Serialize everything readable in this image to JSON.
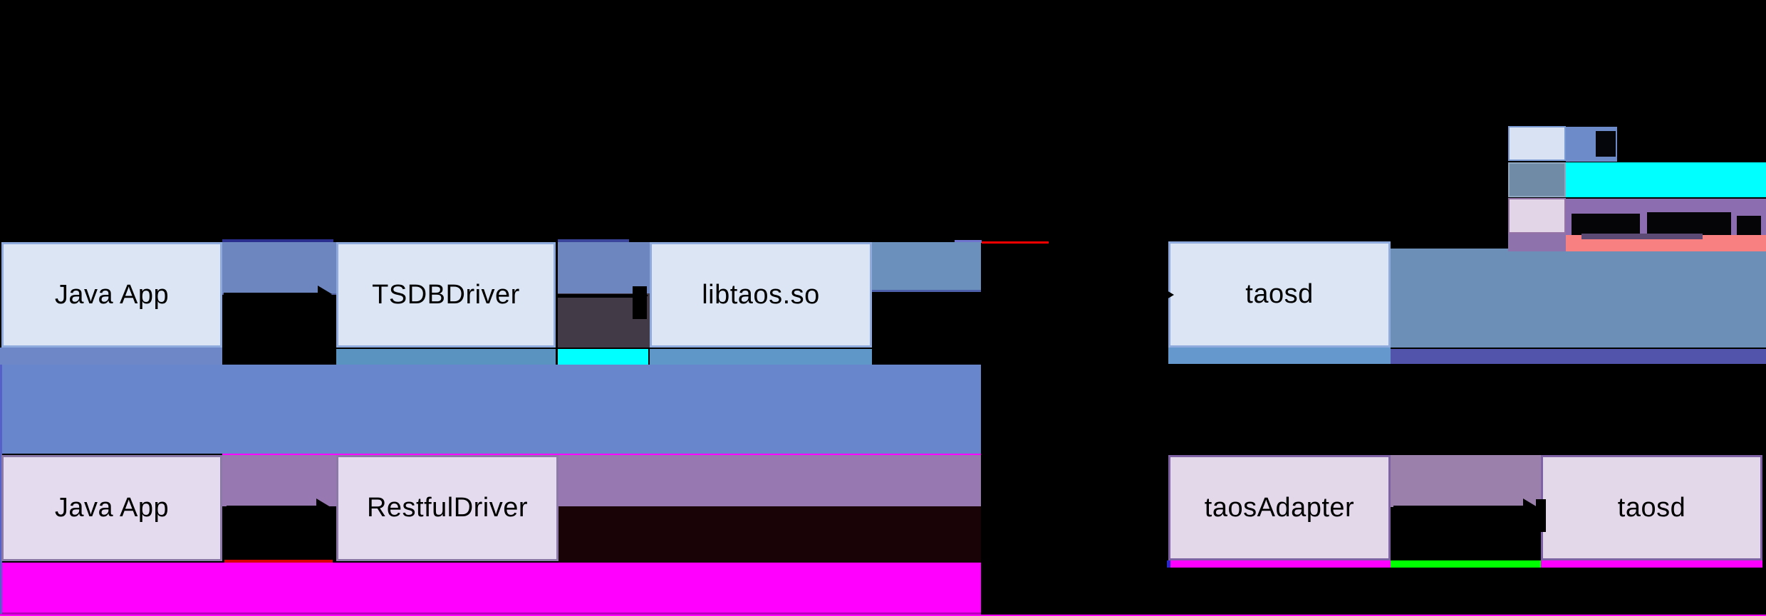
{
  "diagram": {
    "title_visible": false,
    "nodes": {
      "java_app_jni": {
        "label": "Java App"
      },
      "tsdbdriver": {
        "label": "TSDBDriver"
      },
      "libtaos_so": {
        "label": "libtaos.so"
      },
      "taosd_top": {
        "label": "taosd"
      },
      "java_app_restful": {
        "label": "Java App"
      },
      "restfuldriver": {
        "label": "RestfulDriver"
      },
      "taosadapter": {
        "label": "taosAdapter"
      },
      "taosd_bottom": {
        "label": "taosd"
      }
    },
    "legend": {
      "rows": [
        {
          "swatch_fill": "#d9e2f3",
          "swatch_border": "#7a9ad4",
          "band_colors": [
            "#6e8bc9"
          ],
          "label_visible": ""
        },
        {
          "swatch_fill": "#708ba6",
          "swatch_border": "#8fa6c0",
          "band_colors": [
            "#00ffff"
          ],
          "label_visible": ""
        },
        {
          "swatch_fill": "#e1d5e7",
          "swatch_border": "#9673a6",
          "band_colors": [
            "#8b6db0",
            "#f98080"
          ],
          "label_visible": ""
        }
      ]
    },
    "colors": {
      "background": "#000000",
      "box_blue_fill": "#dbe5f4",
      "box_blue_border": "#8faadc",
      "box_lavender_fill": "#e4dcee",
      "box_lavender_border": "#8d79a8",
      "gap_blue": "#6e86bf",
      "gap_dark_gray": "#433a47",
      "gap_mauve": "#9a80ab",
      "band_big_blue": "#6886cc",
      "band_steel": "#6b8fb6",
      "band_indigo": "#5254ab",
      "band_purple": "#9878b0",
      "band_magenta": "#ff00ff",
      "band_salmon": "#f98080",
      "band_maroon": "#190306",
      "strip_cyan": "#00ffff",
      "strip_green": "#00ff00",
      "strip_red": "#d90000",
      "line_red": "#ff0000",
      "line_navy": "#2a2f8f",
      "line_periwinkle": "#6f74cf",
      "strip_steel_light": "#6598cd"
    }
  }
}
